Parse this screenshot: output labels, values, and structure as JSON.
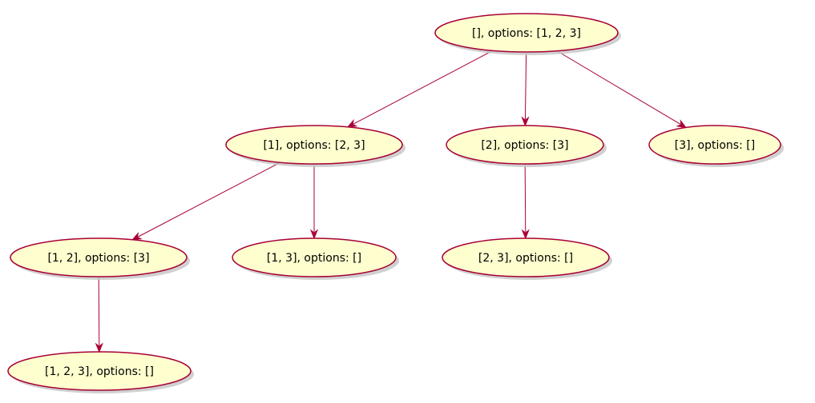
{
  "colors": {
    "node_fill": "#fefece",
    "node_border": "#a80036",
    "edge": "#a80036",
    "text": "#000000"
  },
  "nodes": [
    {
      "id": "root",
      "label": "[], options: [1, 2, 3]"
    },
    {
      "id": "n1",
      "label": "[1], options: [2, 3]"
    },
    {
      "id": "n2",
      "label": "[2], options: [3]"
    },
    {
      "id": "n3",
      "label": "[3], options: []"
    },
    {
      "id": "n12",
      "label": "[1, 2], options: [3]"
    },
    {
      "id": "n13",
      "label": "[1, 3], options: []"
    },
    {
      "id": "n23",
      "label": "[2, 3], options: []"
    },
    {
      "id": "n123",
      "label": "[1, 2, 3], options: []"
    }
  ],
  "edges": [
    {
      "from": "root",
      "to": "n1"
    },
    {
      "from": "root",
      "to": "n2"
    },
    {
      "from": "root",
      "to": "n3"
    },
    {
      "from": "n1",
      "to": "n12"
    },
    {
      "from": "n1",
      "to": "n13"
    },
    {
      "from": "n2",
      "to": "n23"
    },
    {
      "from": "n12",
      "to": "n123"
    }
  ]
}
